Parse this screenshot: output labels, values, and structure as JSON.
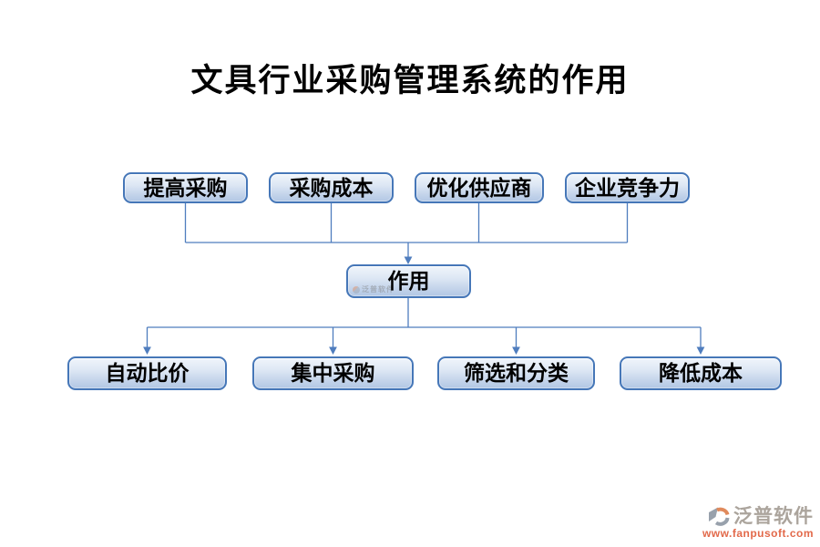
{
  "title": "文具行业采购管理系统的作用",
  "diagram": {
    "top_row": [
      "提高采购",
      "采购成本",
      "优化供应商",
      "企业竞争力"
    ],
    "center": "作用",
    "bottom_row": [
      "自动比价",
      "集中采购",
      "筛选和分类",
      "降低成本"
    ]
  },
  "watermark": {
    "brand": "泛普软件"
  },
  "footer": {
    "brand": "泛普软件",
    "url": "www.fanpusoft.com"
  },
  "colors": {
    "node_border": "#4677b8",
    "node_fill_top": "#f0f5fb",
    "node_fill_bottom": "#b2c7e4",
    "connector": "#4f7dbe",
    "brand_gray": "#aba49c",
    "brand_orange": "#e2694a"
  }
}
